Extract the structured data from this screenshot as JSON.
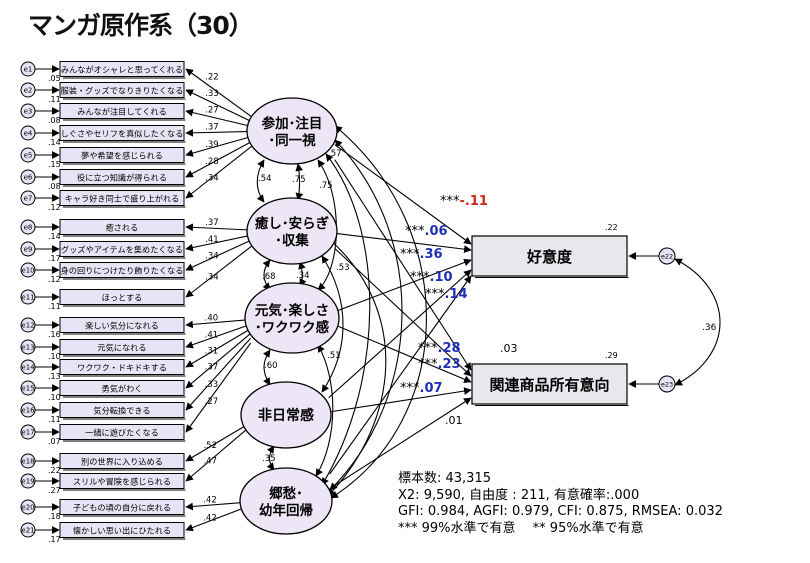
{
  "title": "マンガ原作系（30）",
  "observed": [
    {
      "id": "e1",
      "label": "みんながオシャレと思ってくれる",
      "loading": ".22",
      "r2": ".05"
    },
    {
      "id": "e2",
      "label": "服装・グッズでなりきりたくなる",
      "loading": ".33",
      "r2": ".11"
    },
    {
      "id": "e3",
      "label": "みんなが注目してくれる",
      "loading": ".27",
      "r2": ".08"
    },
    {
      "id": "e4",
      "label": "しぐさやセリフを真似したくなる",
      "loading": ".37",
      "r2": ".14"
    },
    {
      "id": "e5",
      "label": "夢や希望を感じられる",
      "loading": ".39",
      "r2": ".15"
    },
    {
      "id": "e6",
      "label": "役に立つ知識が得られる",
      "loading": ".28",
      "r2": ".08"
    },
    {
      "id": "e7",
      "label": "キャラ好き同士で盛り上がれる",
      "loading": ".34",
      "r2": ".12"
    },
    {
      "id": "e8",
      "label": "癒される",
      "loading": ".37",
      "r2": ".14"
    },
    {
      "id": "e9",
      "label": "グッズやアイテムを集めたくなる",
      "loading": ".41",
      "r2": ".17"
    },
    {
      "id": "e10",
      "label": "身の回りにつけたり飾りたくなる",
      "loading": ".34",
      "r2": ".12"
    },
    {
      "id": "e11",
      "label": "ほっとする",
      "loading": ".34",
      "r2": ".11"
    },
    {
      "id": "e12",
      "label": "楽しい気分になれる",
      "loading": ".40",
      "r2": ".16"
    },
    {
      "id": "e13",
      "label": "元気になれる",
      "loading": ".41",
      "r2": ".10"
    },
    {
      "id": "e14",
      "label": "ワクワク・ドキドキする",
      "loading": ".31",
      "r2": ".13"
    },
    {
      "id": "e15",
      "label": "勇気がわく",
      "loading": ".37",
      "r2": ".10"
    },
    {
      "id": "e16",
      "label": "気分転換できる",
      "loading": ".33",
      "r2": ".11"
    },
    {
      "id": "e17",
      "label": "一緒に遊びたくなる",
      "loading": ".27",
      "r2": ".07"
    },
    {
      "id": "e18",
      "label": "別の世界に入り込める",
      "loading": ".52",
      "r2": ".22"
    },
    {
      "id": "e19",
      "label": "スリルや冒険を感じられる",
      "loading": ".47",
      "r2": ".27"
    },
    {
      "id": "e20",
      "label": "子どもの頃の自分に戻れる",
      "loading": ".42",
      "r2": ".18"
    },
    {
      "id": "e21",
      "label": "懐かしい思い出にひたれる",
      "loading": ".42",
      "r2": ".17"
    }
  ],
  "latent": [
    {
      "label1": "参加･注目",
      "label2": "･同一視"
    },
    {
      "label1": "癒し･安らぎ",
      "label2": "･収集"
    },
    {
      "label1": "元気･楽しさ",
      "label2": "･ワクワク感"
    },
    {
      "label1": "非日常感",
      "label2": ""
    },
    {
      "label1": "郷愁･",
      "label2": "幼年回帰"
    }
  ],
  "correlations": [
    ".54",
    ".75",
    ".75",
    ".57",
    ".68",
    ".34",
    ".53",
    ".60",
    ".51",
    ".35"
  ],
  "outcomes": [
    {
      "label": "好意度",
      "r2": ".22",
      "error": "e22"
    },
    {
      "label": "関連商品所有意向",
      "r2": ".29",
      "error": "e23"
    }
  ],
  "error_corr": ".36",
  "paths": {
    "p1_fav": {
      "stars": "***",
      "value": "-.11"
    },
    "p2_fav": {
      "stars": "***",
      "value": ".06"
    },
    "p3_fav": {
      "stars": "***",
      "value": ".36"
    },
    "p4_fav": {
      "stars": "***",
      "value": ".10"
    },
    "p1_own": {
      "stars": "***",
      "value": ".14"
    },
    "p2_own": {
      "stars": "***",
      "value": ".28"
    },
    "p3_own": {
      "stars": "***",
      "value": ".23"
    },
    "p4_own": {
      "stars": "***",
      "value": ".07"
    },
    "p5_own": {
      "stars": "",
      "value": ".03"
    },
    "p5_fav": {
      "stars": "",
      "value": ".01"
    }
  },
  "stats": {
    "line1": "標本数: 43,315",
    "line2": "X2: 9,590, 自由度 : 211, 有意確率:.000",
    "line3": "GFI: 0.984, AGFI: 0.979, CFI: 0.875, RMSEA: 0.032",
    "line4": "*** 99%水準で有意　 ** 95%水準で有意"
  },
  "colors": {
    "box_fill": "#e8e4f5",
    "latent_fill": "#ece6f6",
    "value_blue": "#1f2fb5",
    "value_red": "#d0241c"
  }
}
